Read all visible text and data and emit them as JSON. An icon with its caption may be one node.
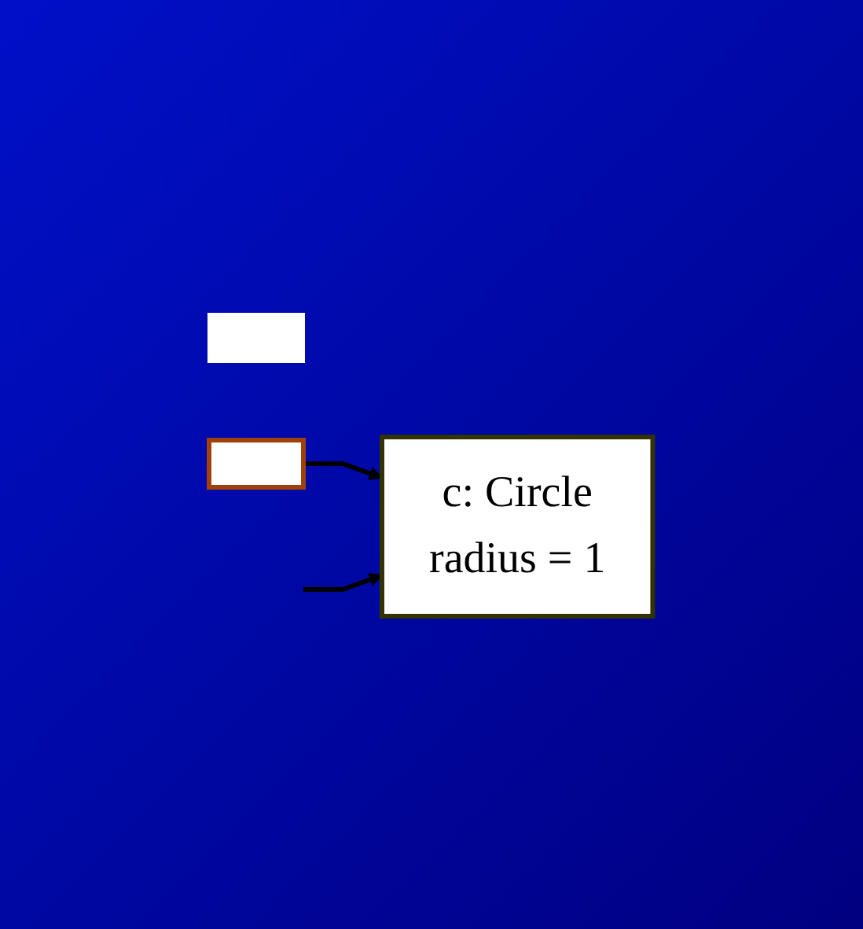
{
  "diagram": {
    "nodes": [
      {
        "text": [],
        "shape": "box"
      },
      {
        "text": [],
        "shape": "box"
      },
      {
        "text": [
          "c: Circle",
          "radius = 1"
        ]
      }
    ],
    "edges": [
      {
        "from": 1,
        "to": 2,
        "arrow": "to"
      },
      {
        "from": null,
        "to": 2,
        "arrow": "to"
      }
    ]
  }
}
